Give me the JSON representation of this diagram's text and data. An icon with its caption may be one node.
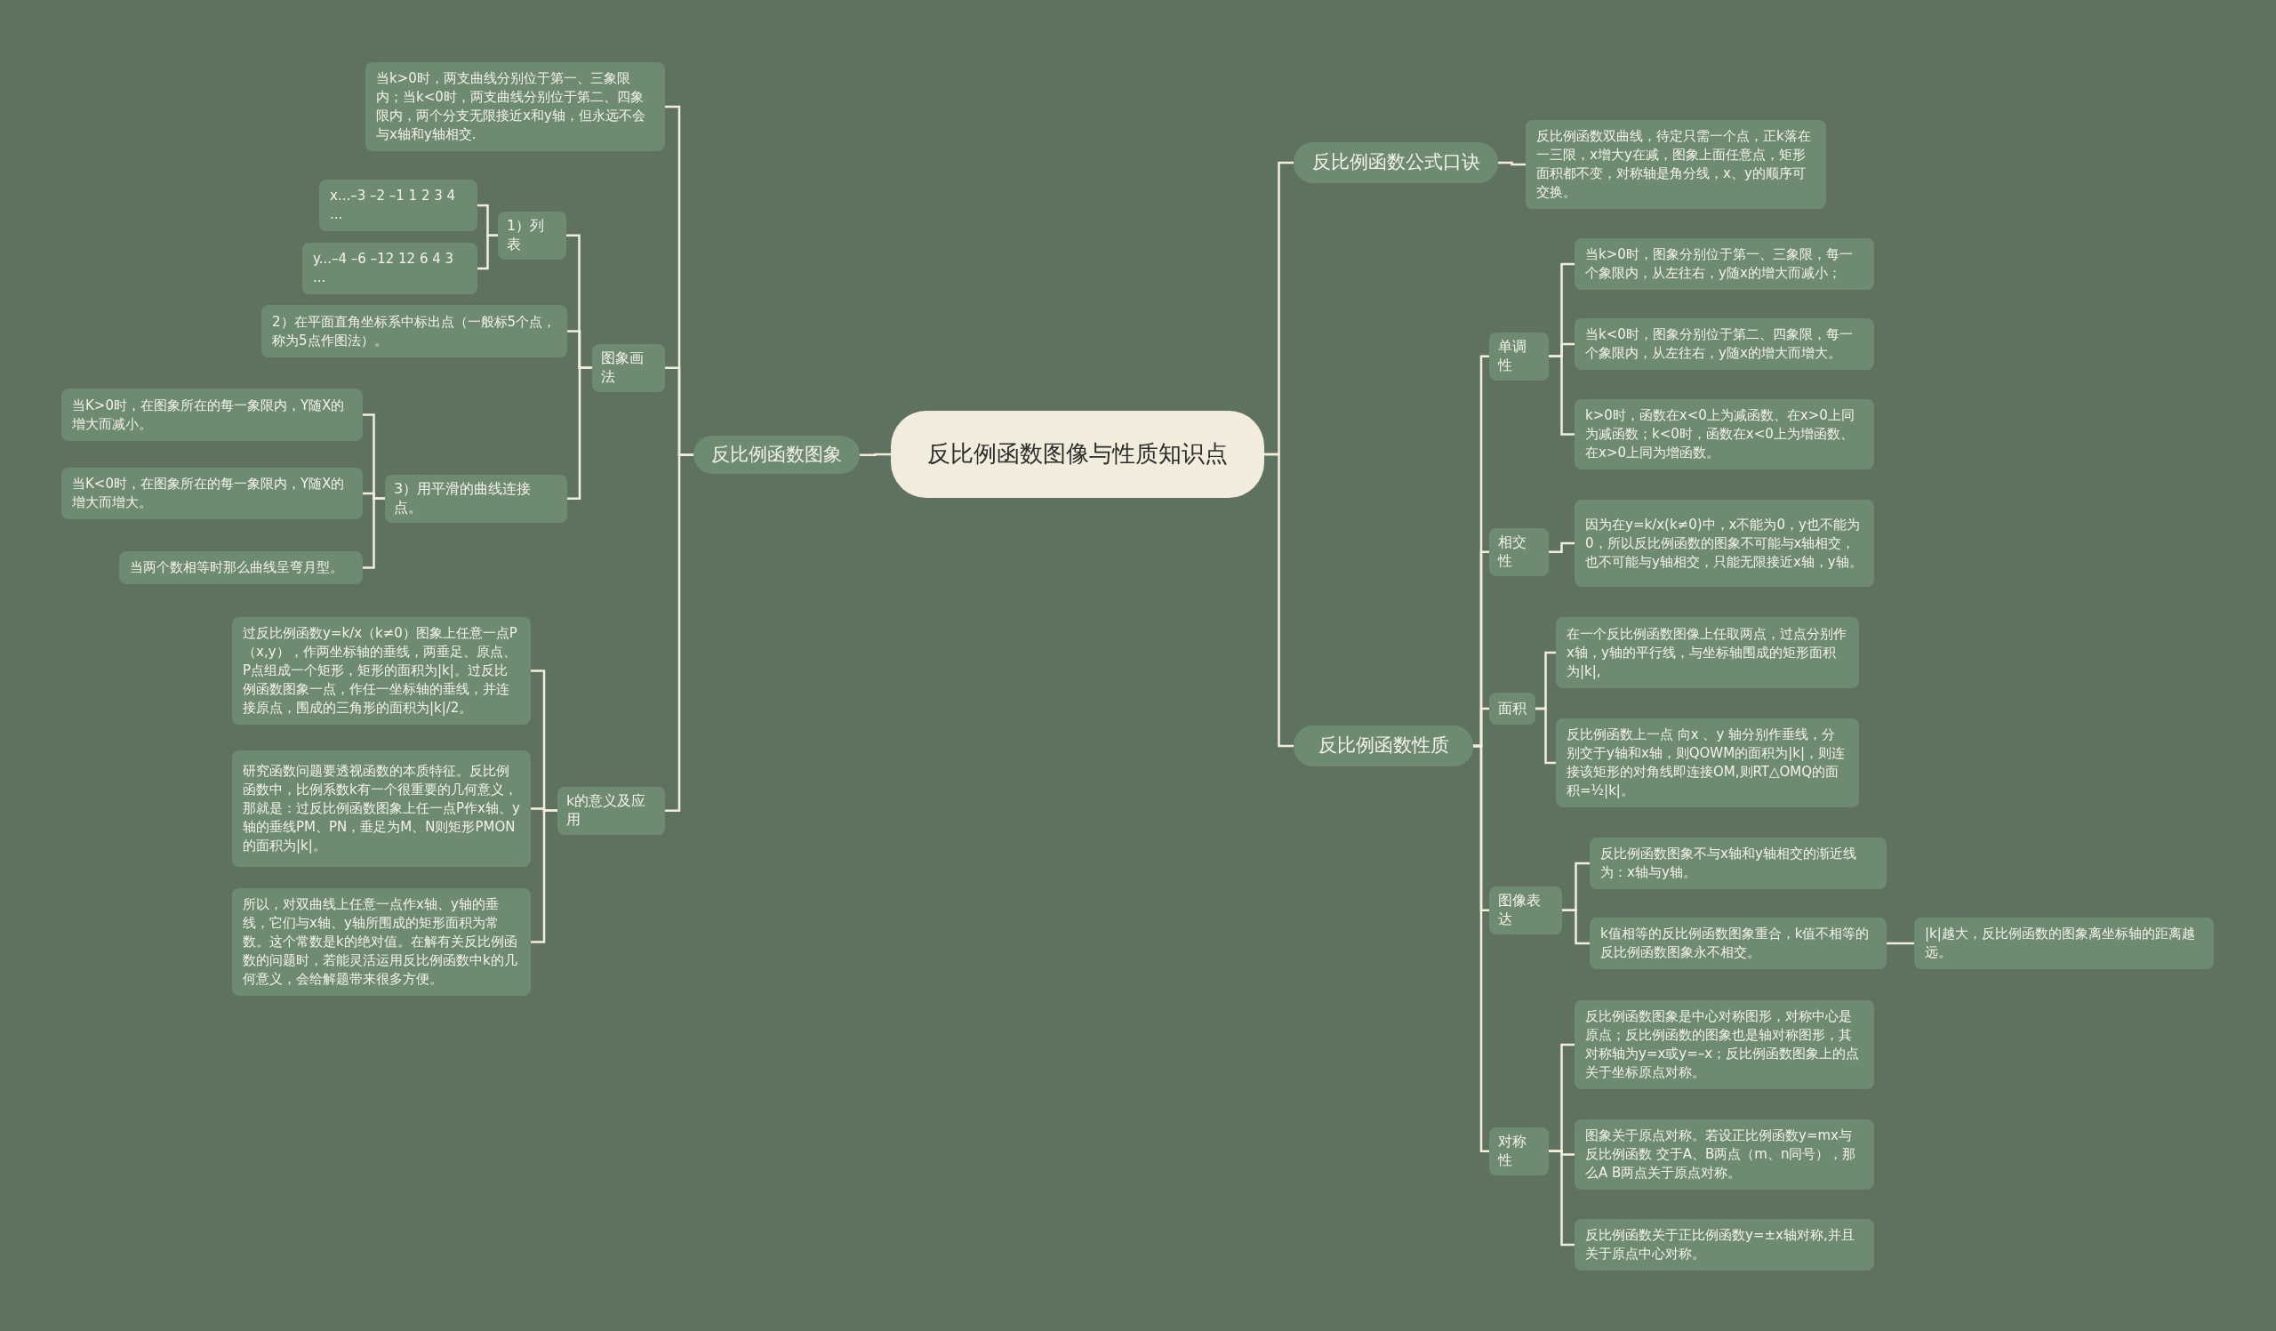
{
  "diagram": {
    "nodes": [
      {
        "text": [
          "反比例函数图像与性质知识点"
        ]
      },
      {
        "text": [
          "反比例函数图象"
        ]
      },
      {
        "text": [
          "当k>0时，两支曲线分别位于第一、三象限内；当k<0时，两支曲线分别位于第二、四象限内，两个分支无限接近x和y轴，但永远不会与x轴和y轴相交."
        ]
      },
      {
        "text": [
          "图象画法"
        ]
      },
      {
        "text": [
          "1）列表"
        ]
      },
      {
        "text": [
          "x...–3 –2 –1 1 2 3 4 ..."
        ]
      },
      {
        "text": [
          "y...–4 –6 –12 12 6 4 3 ..."
        ]
      },
      {
        "text": [
          "2）在平面直角坐标系中标出点（一般标5个点，称为5点作图法）。"
        ]
      },
      {
        "text": [
          "3）用平滑的曲线连接点。"
        ]
      },
      {
        "text": [
          "当K>0时，在图象所在的每一象限内，Y随X的增大而减小。"
        ]
      },
      {
        "text": [
          "当K<0时，在图象所在的每一象限内，Y随X的增大而增大。"
        ]
      },
      {
        "text": [
          "当两个数相等时那么曲线呈弯月型。"
        ]
      },
      {
        "text": [
          "k的意义及应用"
        ]
      },
      {
        "text": [
          "过反比例函数y=k/x（k≠0）图象上任意一点P（x,y），作两坐标轴的垂线，两垂足、原点、P点组成一个矩形，矩形的面积为|k|。过反比例函数图象一点，作任一坐标轴的垂线，并连接原点，围成的三角形的面积为|k|/2。"
        ]
      },
      {
        "text": [
          "研究函数问题要透视函数的本质特征。反比例函数中，比例系数k有一个很重要的几何意义，那就是：过反比例函数图象上任一点P作x轴、y轴的垂线PM、PN，垂足为M、N则矩形PMON的面积为|k|。"
        ]
      },
      {
        "text": [
          "所以，对双曲线上任意一点作x轴、y轴的垂线，它们与x轴、y轴所围成的矩形面积为常数。这个常数是k的绝对值。在解有关反比例函数的问题时，若能灵活运用反比例函数中k的几何意义，会给解题带来很多方便。"
        ]
      },
      {
        "text": [
          "反比例函数公式口诀"
        ]
      },
      {
        "text": [
          "反比例函数双曲线，待定只需一个点，正k落在一三限，x增大y在减，图象上面任意点，矩形面积都不变，对称轴是角分线，x、y的顺序可交换。"
        ]
      },
      {
        "text": [
          "反比例函数性质"
        ]
      },
      {
        "text": [
          "单调性"
        ]
      },
      {
        "text": [
          "当k>0时，图象分别位于第一、三象限，每一个象限内，从左往右，y随x的增大而减小；"
        ]
      },
      {
        "text": [
          "当k<0时，图象分别位于第二、四象限，每一个象限内，从左往右，y随x的增大而增大。"
        ]
      },
      {
        "text": [
          "k>0时，函数在x<0上为减函数、在x>0上同为减函数；k<0时，函数在x<0上为增函数、在x>0上同为增函数。"
        ]
      },
      {
        "text": [
          "相交性"
        ]
      },
      {
        "text": [
          "因为在y=k/x(k≠0)中，x不能为0，y也不能为0，所以反比例函数的图象不可能与x轴相交，也不可能与y轴相交，只能无限接近x轴，y轴。"
        ]
      },
      {
        "text": [
          "面积"
        ]
      },
      {
        "text": [
          "在一个反比例函数图像上任取两点，过点分别作x轴，y轴的平行线，与坐标轴围成的矩形面积为|k|,"
        ]
      },
      {
        "text": [
          "反比例函数上一点 向x 、y 轴分别作垂线，分别交于y轴和x轴，则QOWM的面积为|k|，则连接该矩形的对角线即连接OM,则RT△OMQ的面积=½|k|。"
        ]
      },
      {
        "text": [
          "图像表达"
        ]
      },
      {
        "text": [
          "反比例函数图象不与x轴和y轴相交的渐近线为：x轴与y轴。"
        ]
      },
      {
        "text": [
          "k值相等的反比例函数图象重合，k值不相等的反比例函数图象永不相交。"
        ]
      },
      {
        "text": [
          "|k|越大，反比例函数的图象离坐标轴的距离越远。"
        ]
      },
      {
        "text": [
          "对称性"
        ]
      },
      {
        "text": [
          "反比例函数图象是中心对称图形，对称中心是原点；反比例函数的图象也是轴对称图形，其对称轴为y=x或y=–x；反比例函数图象上的点关于坐标原点对称。"
        ]
      },
      {
        "text": [
          "图象关于原点对称。若设正比例函数y=mx与反比例函数 交于A、B两点（m、n同号），那么A B两点关于原点对称。"
        ]
      },
      {
        "text": [
          "反比例函数关于正比例函数y=±x轴对称,并且关于原点中心对称。"
        ]
      }
    ],
    "edges": [
      {
        "from": 0,
        "to": 1,
        "arrow": "none"
      },
      {
        "from": 1,
        "to": 2,
        "arrow": "none"
      },
      {
        "from": 1,
        "to": 3,
        "arrow": "none"
      },
      {
        "from": 3,
        "to": 4,
        "arrow": "none"
      },
      {
        "from": 4,
        "to": 5,
        "arrow": "none"
      },
      {
        "from": 4,
        "to": 6,
        "arrow": "none"
      },
      {
        "from": 3,
        "to": 7,
        "arrow": "none"
      },
      {
        "from": 3,
        "to": 8,
        "arrow": "none"
      },
      {
        "from": 8,
        "to": 9,
        "arrow": "none"
      },
      {
        "from": 8,
        "to": 10,
        "arrow": "none"
      },
      {
        "from": 8,
        "to": 11,
        "arrow": "none"
      },
      {
        "from": 1,
        "to": 12,
        "arrow": "none"
      },
      {
        "from": 12,
        "to": 13,
        "arrow": "none"
      },
      {
        "from": 12,
        "to": 14,
        "arrow": "none"
      },
      {
        "from": 12,
        "to": 15,
        "arrow": "none"
      },
      {
        "from": 0,
        "to": 16,
        "arrow": "none"
      },
      {
        "from": 16,
        "to": 17,
        "arrow": "none"
      },
      {
        "from": 0,
        "to": 18,
        "arrow": "none"
      },
      {
        "from": 18,
        "to": 19,
        "arrow": "none"
      },
      {
        "from": 19,
        "to": 20,
        "arrow": "none"
      },
      {
        "from": 19,
        "to": 21,
        "arrow": "none"
      },
      {
        "from": 19,
        "to": 22,
        "arrow": "none"
      },
      {
        "from": 18,
        "to": 23,
        "arrow": "none"
      },
      {
        "from": 23,
        "to": 24,
        "arrow": "none"
      },
      {
        "from": 18,
        "to": 25,
        "arrow": "none"
      },
      {
        "from": 25,
        "to": 26,
        "arrow": "none"
      },
      {
        "from": 25,
        "to": 27,
        "arrow": "none"
      },
      {
        "from": 18,
        "to": 28,
        "arrow": "none"
      },
      {
        "from": 28,
        "to": 29,
        "arrow": "none"
      },
      {
        "from": 28,
        "to": 30,
        "arrow": "none"
      },
      {
        "from": 30,
        "to": 31,
        "arrow": "none"
      },
      {
        "from": 18,
        "to": 32,
        "arrow": "none"
      },
      {
        "from": 32,
        "to": 33,
        "arrow": "none"
      },
      {
        "from": 32,
        "to": 34,
        "arrow": "none"
      },
      {
        "from": 32,
        "to": 35,
        "arrow": "none"
      }
    ]
  }
}
